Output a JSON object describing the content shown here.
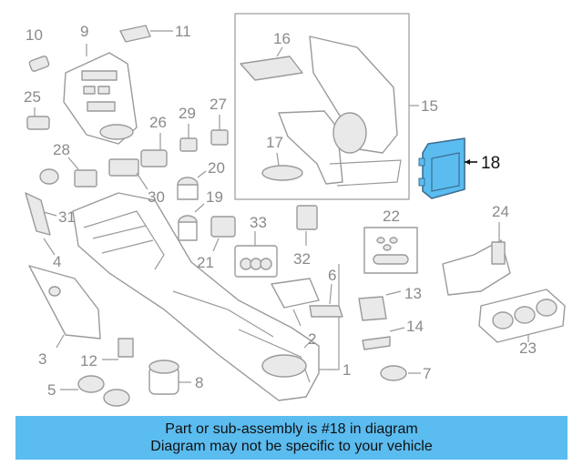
{
  "diagram": {
    "callouts": [
      "1",
      "2",
      "3",
      "4",
      "5",
      "6",
      "7",
      "8",
      "9",
      "10",
      "11",
      "12",
      "13",
      "14",
      "15",
      "16",
      "17",
      "18",
      "19",
      "20",
      "21",
      "22",
      "23",
      "24",
      "25",
      "26",
      "27",
      "28",
      "29",
      "30",
      "31",
      "32",
      "33"
    ],
    "highlighted_part": "18",
    "highlight_color": "#5bbcf0"
  },
  "banner": {
    "line1": "Part or sub-assembly is #18 in diagram",
    "line2": "Diagram may not be specific to your vehicle",
    "background": "#5bbcf0"
  }
}
